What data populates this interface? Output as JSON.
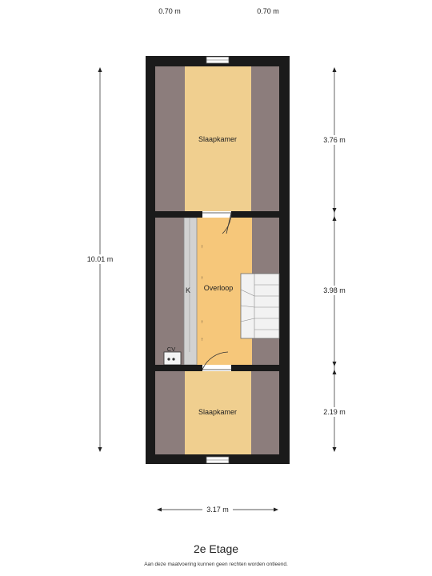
{
  "floor_plan": {
    "title": "2e Etage",
    "disclaimer": "Aan deze maatvoering kunnen geen rechten worden ontleend.",
    "dimensions": {
      "top_left": "0.70 m",
      "top_right": "0.70 m",
      "total_height": "10.01 m",
      "upper_room": "3.76 m",
      "middle": "3.98 m",
      "lower_room": "2.19 m",
      "width": "3.17 m"
    },
    "rooms": {
      "upper_bedroom": "Slaapkamer",
      "landing": "Overloop",
      "lower_bedroom": "Slaapkamer"
    },
    "fixtures": {
      "cupboard_mark": "K",
      "boiler": "CV"
    },
    "colors": {
      "wall": "#1a1a1a",
      "sloped_ceiling": "#8c7d7c",
      "bedroom_floor": "#f0cf8f",
      "landing_floor": "#f6c77a",
      "cupboard": "#d2d2d2",
      "stair": "#f2f2f2"
    }
  }
}
